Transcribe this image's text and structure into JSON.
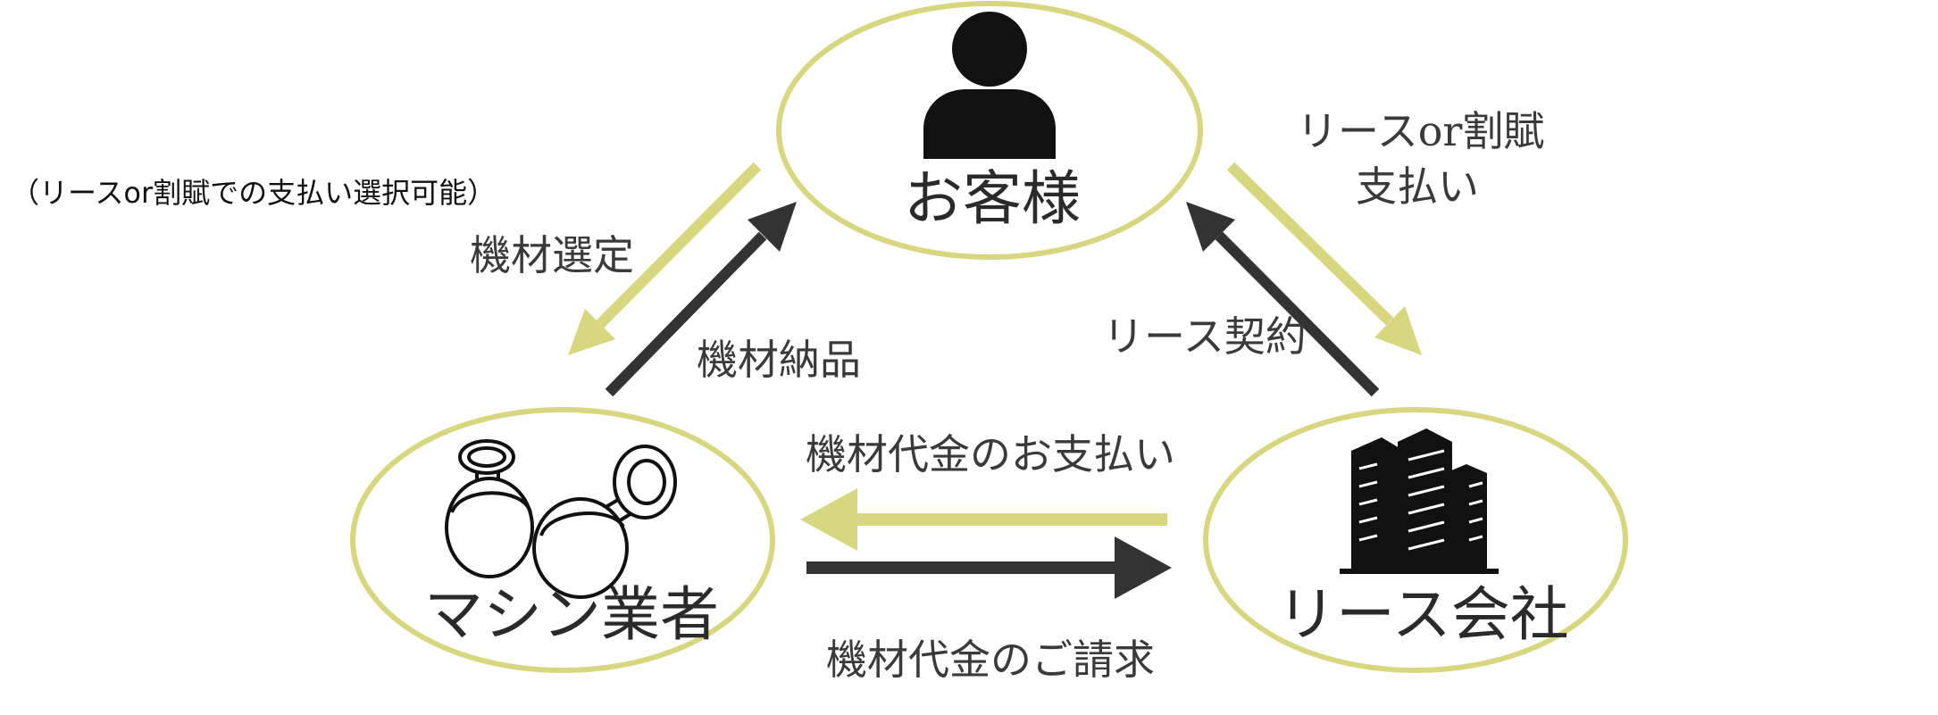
{
  "note": "（リースor割賦での支払い選択可能）",
  "nodes": {
    "customer": {
      "label": "お客様",
      "icon": "person-icon"
    },
    "machine_vendor": {
      "label": "マシン業者",
      "icon": "dumbbell-icon"
    },
    "lease_company": {
      "label": "リース会社",
      "icon": "buildings-icon"
    }
  },
  "edges": {
    "selection": "機材選定",
    "delivery": "機材納品",
    "payment_line1": "リースor割賦",
    "payment_line2": "支払い",
    "contract": "リース契約",
    "price_payment": "機材代金のお支払い",
    "price_invoice": "機材代金のご請求"
  },
  "colors": {
    "ellipse_stroke": "#d6d77e",
    "green_arrow": "#d6d77e",
    "dark_arrow": "#333333"
  }
}
